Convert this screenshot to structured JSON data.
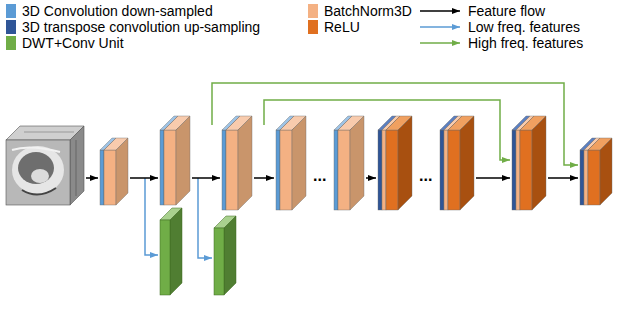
{
  "diagram": {
    "labels": [
      "...",
      "..."
    ],
    "legend": [
      {
        "text": "3D Convolution down-sampled",
        "color": "#5b9bd5"
      },
      {
        "text": "3D transpose convolution up-sampling",
        "color": "#2f5597"
      },
      {
        "text": "DWT+Conv Unit",
        "color": "#70ad47"
      },
      {
        "text": "BatchNorm3D",
        "color": "#f4b183"
      },
      {
        "text": "ReLU",
        "color": "#e07020"
      },
      {
        "text": "Feature flow"
      },
      {
        "text": "Low freq. features"
      },
      {
        "text": "High freq. features"
      }
    ]
  }
}
